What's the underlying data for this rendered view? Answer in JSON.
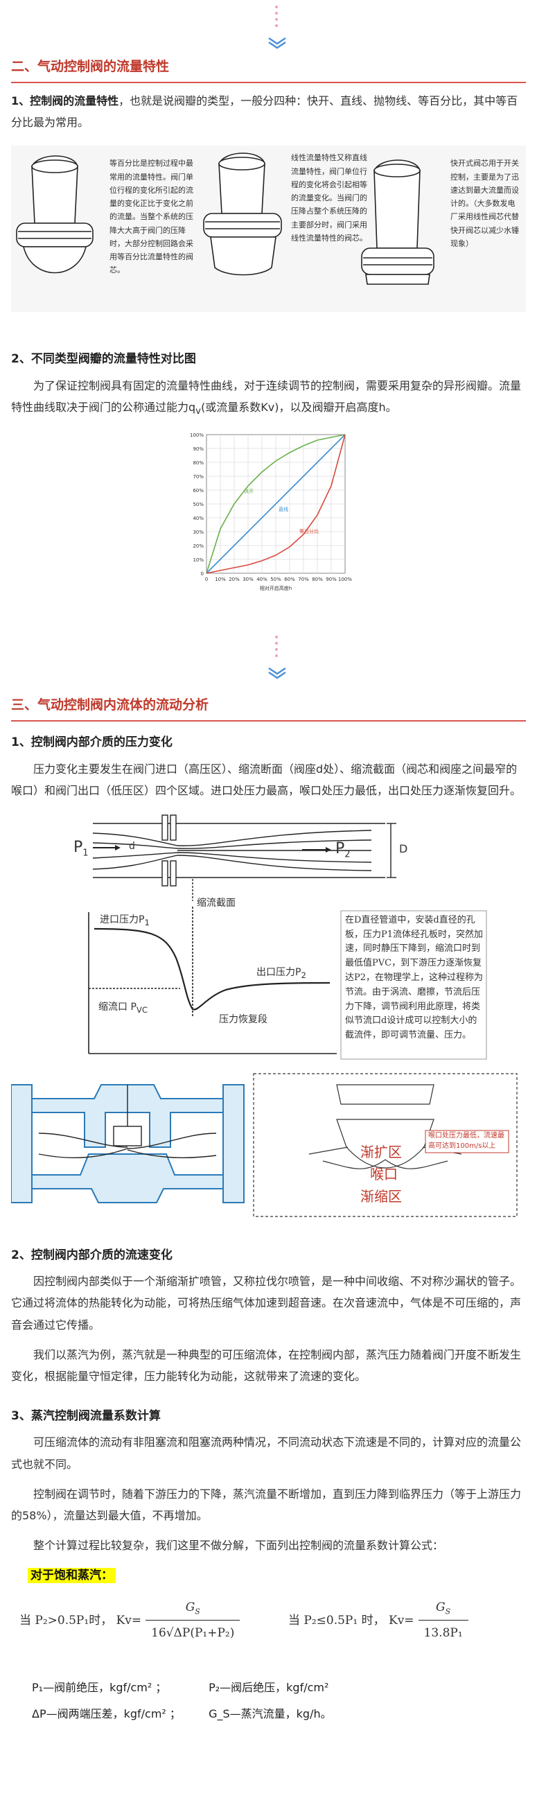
{
  "sections": {
    "s2": {
      "title": "二、气动控制阀的流量特性",
      "sub1": {
        "title_bold": "1、控制阀的流量特性",
        "text": "，也就是说阀瓣的类型，一般分四种：快开、直线、抛物线、等百分比，其中等百分比最为常用。"
      },
      "valve_captions": {
        "equal_percent": "等百分比是控制过程中最常用的流量特性。阀门单位行程的变化所引起的流量的变化正比于变化之前的流量。当整个系统的压降大大高于阀门的压降时，大部分控制回路会采用等百分比流量特性的阀芯。",
        "linear": "线性流量特性又称直线流量特性，阀门单位行程的变化将会引起相等的流量变化。当阀门的压降占整个系统压降的主要部分时，阀门采用线性流量特性的阀芯。",
        "quick_open": "快开式阀芯用于开关控制，主要是为了迅速达到最大流量而设计的。（大多数发电厂采用线性阀芯代替快开阀芯以减少水锤现象）"
      },
      "sub2": {
        "title": "2、不同类型阀瓣的流量特性对比图",
        "text_a": "为了保证控制阀具有固定的流量特性曲线，对于连续调节的控制阀，需要采用复杂的异形阀瓣。流量特性曲线取决于阀门的公称通过能力q",
        "text_sub": "v",
        "text_b": "(或流量系数Kv)，以及阀瓣开启高度h。"
      }
    },
    "s3": {
      "title": "三、气动控制阀内流体的流动分析",
      "sub1": {
        "title": "1、控制阀内部介质的压力变化",
        "text": "压力变化主要发生在阀门进口（高压区）、缩流断面（阀座d处）、缩流截面（阀芯和阀座之间最窄的喉口）和阀门出口（低压区）四个区域。进口处压力最高，喉口处压力最低，出口处压力逐渐恢复回升。"
      },
      "pressure_fig": {
        "p1": "P",
        "p1_sub": "1",
        "p2": "P",
        "p2_sub": "2",
        "d_small": "d",
        "d_big": "D",
        "vena": "缩流截面",
        "inlet_label": "进口压力P",
        "inlet_sub": "1",
        "outlet_label": "出口压力P",
        "outlet_sub": "2",
        "vc_label": "缩流口  P",
        "vc_sub": "VC",
        "recovery": "压力恢复段",
        "explain": "在D直径管道中，安装d直径的孔板，压力P1流体经孔板时，突然加速，同时静压下降到，缩流口时到最低值PVC，到下游压力逐渐恢复达P2，在物理学上，这种过程称为节流。由于涡流、磨擦，节流后压力下降，调节阀利用此原理，将类似节流口d设计成可以控制大小的截流件，即可调节流量、压力。"
      },
      "valve_fig": {
        "note": "喉口处压力最低，流速最高可达到100m/s以上",
        "expand": "渐扩区",
        "throat": "喉口",
        "shrink": "渐缩区"
      },
      "sub2": {
        "title": "2、控制阀内部介质的流速变化",
        "p1": "因控制阀内部类似于一个渐缩渐扩喷管，又称拉伐尔喷管，是一种中间收缩、不对称沙漏状的管子。它通过将流体的热能转化为动能，可将热压缩气体加速到超音速。在次音速流中，气体是不可压缩的，声音会通过它传播。",
        "p2": "我们以蒸汽为例，蒸汽就是一种典型的可压缩流体，在控制阀内部，蒸汽压力随着阀门开度不断发生变化，根据能量守恒定律，压力能转化为动能，这就带来了流速的变化。"
      },
      "sub3": {
        "title": "3、蒸汽控制阀流量系数计算",
        "p1": "可压缩流体的流动有非阻塞流和阻塞流两种情况，不同流动状态下流速是不同的，计算对应的流量公式也就不同。",
        "p2": "控制阀在调节时，随着下游压力的下降，蒸汽流量不断增加，直到压力降到临界压力（等于上游压力的58%），流量达到最大值，不再增加。",
        "p3": "整个计算过程比较复杂，我们这里不做分解，下面列出控制阀的流量系数计算公式：",
        "highlight": "对于饱和蒸汽：",
        "f1_cond": "当 P₂>0.5P₁时，  Kv=",
        "f1_num": "G",
        "f1_num_sub": "S",
        "f1_den": "16√ΔP(P₁+P₂)",
        "f2_cond": "当 P₂≤0.5P₁ 时，  Kv=",
        "f2_num": "G",
        "f2_num_sub": "S",
        "f2_den": "13.8P₁",
        "legend1a": "P₁—阀前绝压，kgf/cm²  ；",
        "legend1b": "P₂—阀后绝压，kgf/cm²",
        "legend2a": "ΔP—阀两端压差，kgf/cm²  ；",
        "legend2b": "G_S—蒸汽流量，kg/h。"
      }
    }
  },
  "chart_data": {
    "type": "line",
    "x": [
      0,
      10,
      20,
      30,
      40,
      50,
      60,
      70,
      80,
      90,
      100
    ],
    "series": [
      {
        "name": "快开",
        "values": [
          0,
          32,
          50,
          63,
          73,
          81,
          87,
          92,
          96,
          98,
          100
        ],
        "color": "#6ab04c"
      },
      {
        "name": "直线",
        "values": [
          0,
          10,
          20,
          30,
          40,
          50,
          60,
          70,
          80,
          90,
          100
        ],
        "color": "#3a8fd6"
      },
      {
        "name": "等百分比",
        "values": [
          0,
          2,
          4,
          6,
          9,
          13,
          19,
          28,
          42,
          63,
          100
        ],
        "color": "#d9483b"
      }
    ],
    "yticks": [
      "0",
      "10%",
      "20%",
      "30%",
      "40%",
      "50%",
      "60%",
      "70%",
      "80%",
      "90%",
      "100%"
    ],
    "xticks": [
      "0",
      "10%",
      "20%",
      "30%",
      "40%",
      "50%",
      "60%",
      "70%",
      "80%",
      "90%",
      "100%"
    ],
    "xlabel": "相对开启高度h",
    "xlim": [
      0,
      100
    ],
    "ylim": [
      0,
      100
    ],
    "grid": true
  },
  "colors": {
    "accent": "#c0392b",
    "arrow": "#4a90d9"
  }
}
